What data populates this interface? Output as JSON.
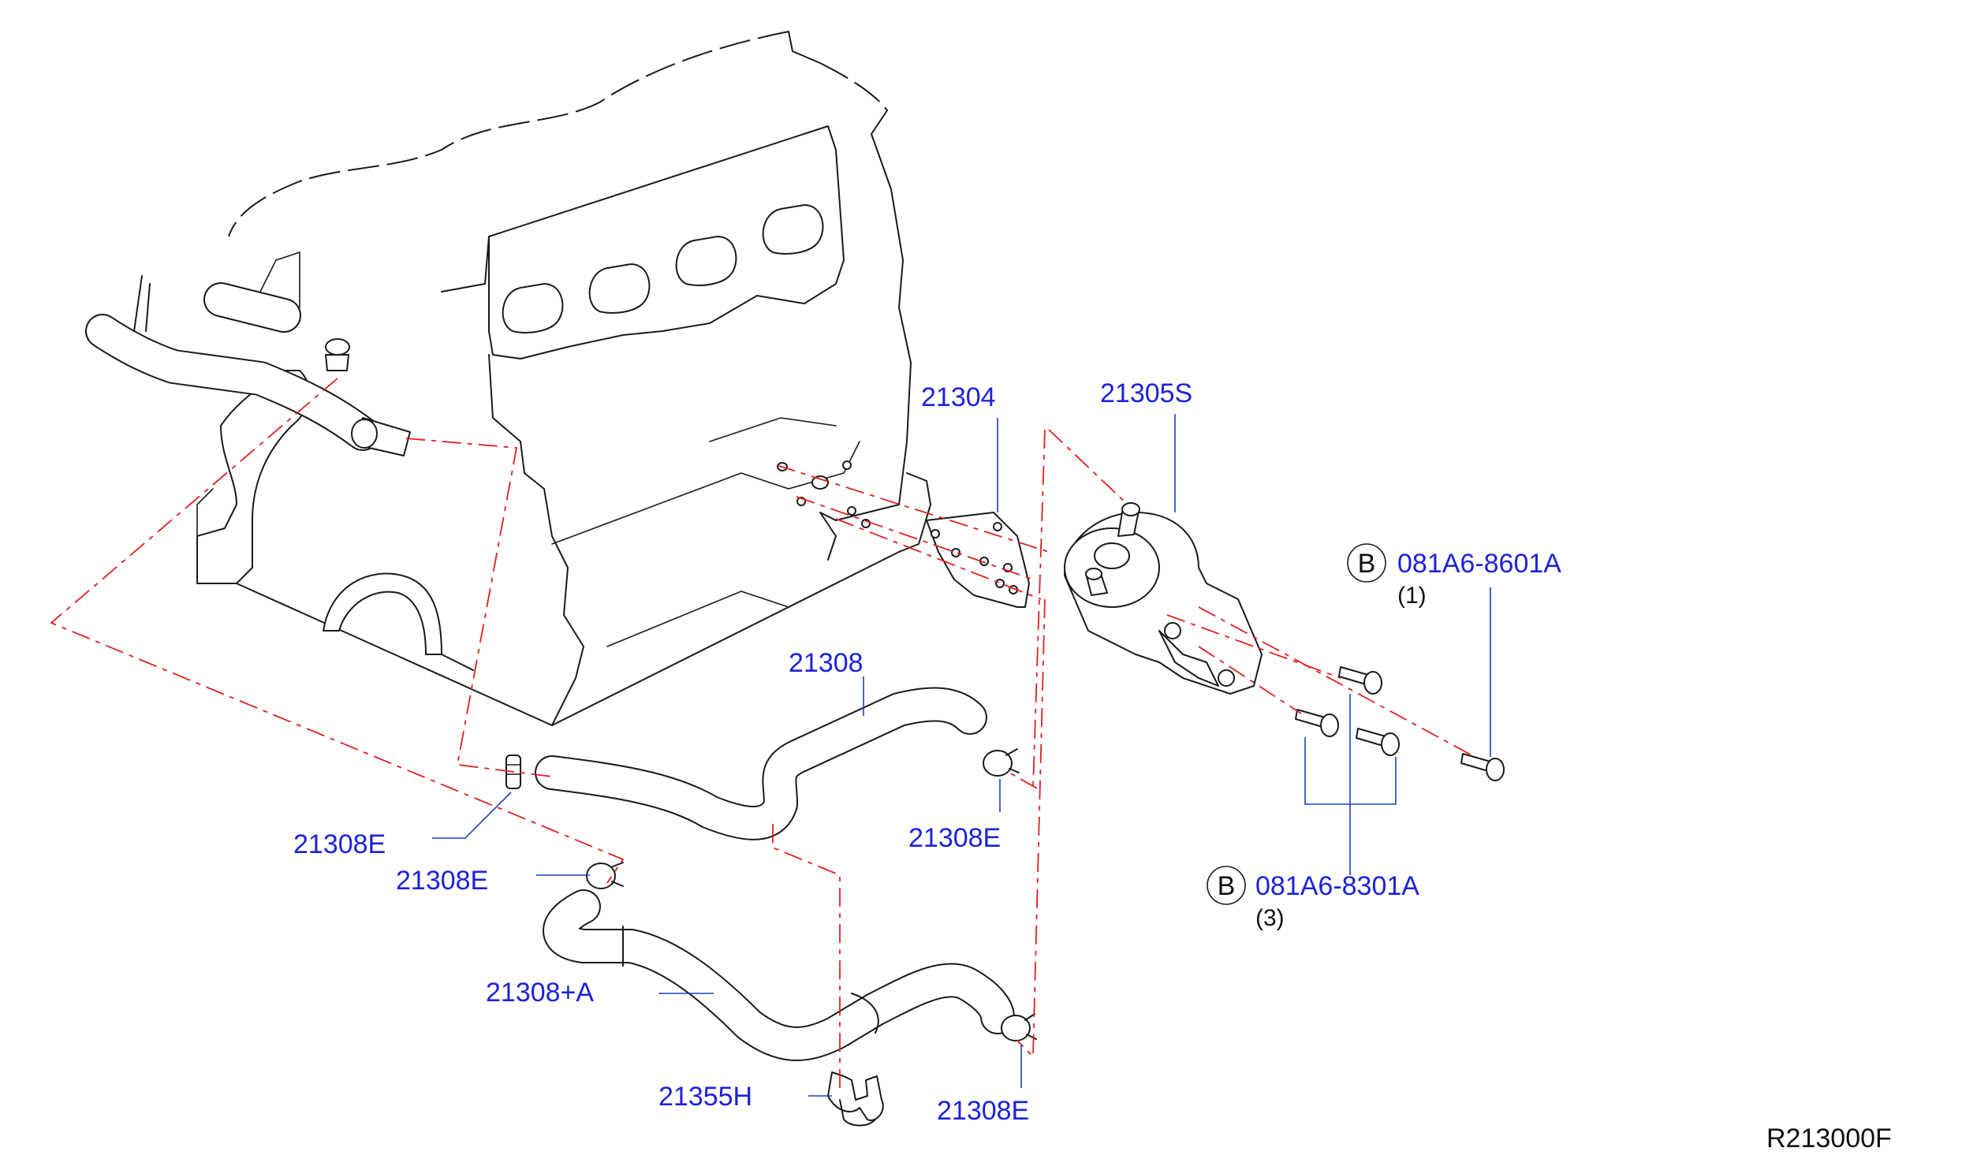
{
  "labels": {
    "p21304": "21304",
    "p21305S": "21305S",
    "p21308": "21308",
    "p21308E_a": "21308E",
    "p21308E_b": "21308E",
    "p21308E_c": "21308E",
    "p21308E_d": "21308E",
    "p21308A": "21308+A",
    "p21355H": "21355H",
    "bolt_8601": "081A6-8601A",
    "bolt_8601_qty": "(1)",
    "bolt_8301": "081A6-8301A",
    "bolt_8301_qty": "(3)",
    "bolt_marker_1": "B",
    "bolt_marker_2": "B",
    "diagram_code": "R213000F"
  },
  "colors": {
    "label": "#1e22d8",
    "leader": "#1f3fbf",
    "centerline": "#e02020",
    "linework": "#1a1a1a"
  }
}
